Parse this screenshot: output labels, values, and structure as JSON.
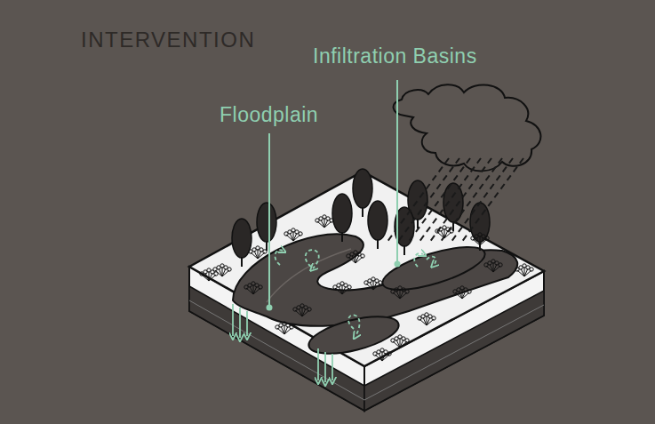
{
  "diagram": {
    "title": "INTERVENTION",
    "labels": [
      "Floodplain",
      "Infiltration Basins"
    ]
  }
}
